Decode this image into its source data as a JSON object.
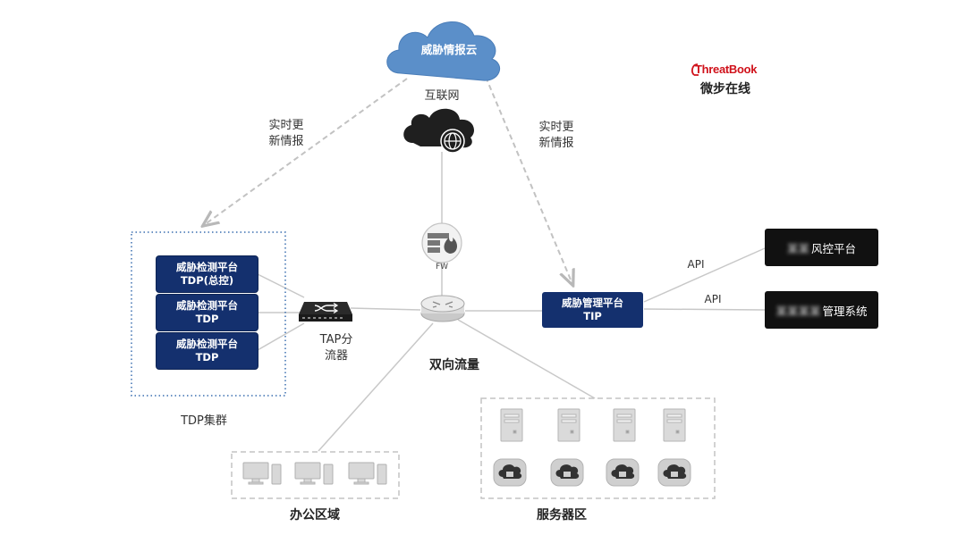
{
  "cloud": {
    "label": "威胁情报云"
  },
  "internet": {
    "label": "互联网"
  },
  "brand": {
    "logo_text": "ThreatBook",
    "name": "微步在线"
  },
  "updates": {
    "left": "实时更\n新情报",
    "right": "实时更\n新情报"
  },
  "firewall": {
    "label": "FW"
  },
  "tdp_cluster": {
    "label": "TDP集群",
    "boxes": [
      {
        "line1": "威胁检测平台",
        "line2": "TDP(总控)"
      },
      {
        "line1": "威胁检测平台",
        "line2": "TDP"
      },
      {
        "line1": "威胁检测平台",
        "line2": "TDP"
      }
    ]
  },
  "tap": {
    "label": "TAP分\n流器"
  },
  "traffic": {
    "label": "双向流量"
  },
  "tip": {
    "line1": "威胁管理平台",
    "line2": "TIP"
  },
  "api": {
    "top": {
      "label": "API",
      "box_hidden": "某某",
      "box_text": "风控平台"
    },
    "bottom": {
      "label": "API",
      "box_hidden": "某某某某",
      "box_text": "管理系统"
    }
  },
  "office": {
    "label": "办公区域"
  },
  "servers": {
    "label": "服务器区"
  },
  "colors": {
    "navy": "#14306e",
    "cloud": "#5b8fc9",
    "dashed": "#bbbbbb",
    "brand_red": "#d0121b"
  }
}
